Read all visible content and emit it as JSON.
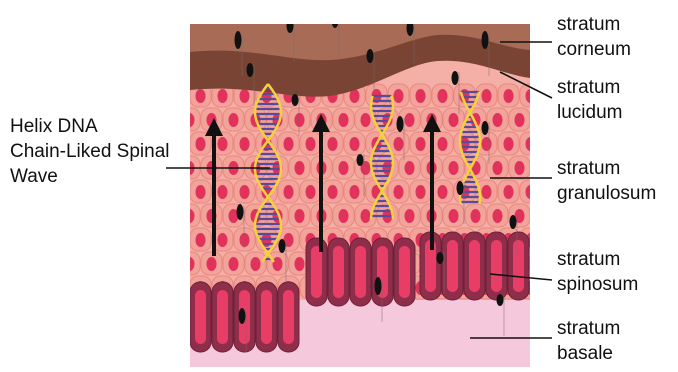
{
  "diagram": {
    "left_label": [
      "Helix DNA",
      "Chain-Liked Spinal",
      "Wave"
    ],
    "right_labels": [
      {
        "id": "corneum",
        "lines": [
          "stratum",
          "corneum"
        ]
      },
      {
        "id": "lucidum",
        "lines": [
          "stratum",
          "lucidum"
        ]
      },
      {
        "id": "granulosum",
        "lines": [
          "stratum",
          "granulosum"
        ]
      },
      {
        "id": "spinosum",
        "lines": [
          "stratum",
          "spinosum"
        ]
      },
      {
        "id": "basale",
        "lines": [
          "stratum",
          "basale"
        ]
      }
    ],
    "colors": {
      "corneum": "#a86c56",
      "lucidum": "#7a4434",
      "granulosum_cell": "#f2a39a",
      "granulosum_nucleus": "#e0325a",
      "spinosum_cell": "#8e2e4a",
      "spinosum_nucleus": "#e83d66",
      "basale": "#f6c8dc",
      "helix_yellow": "#f5d23a",
      "helix_purple": "#5a4a9a",
      "arrow": "#111111"
    }
  }
}
